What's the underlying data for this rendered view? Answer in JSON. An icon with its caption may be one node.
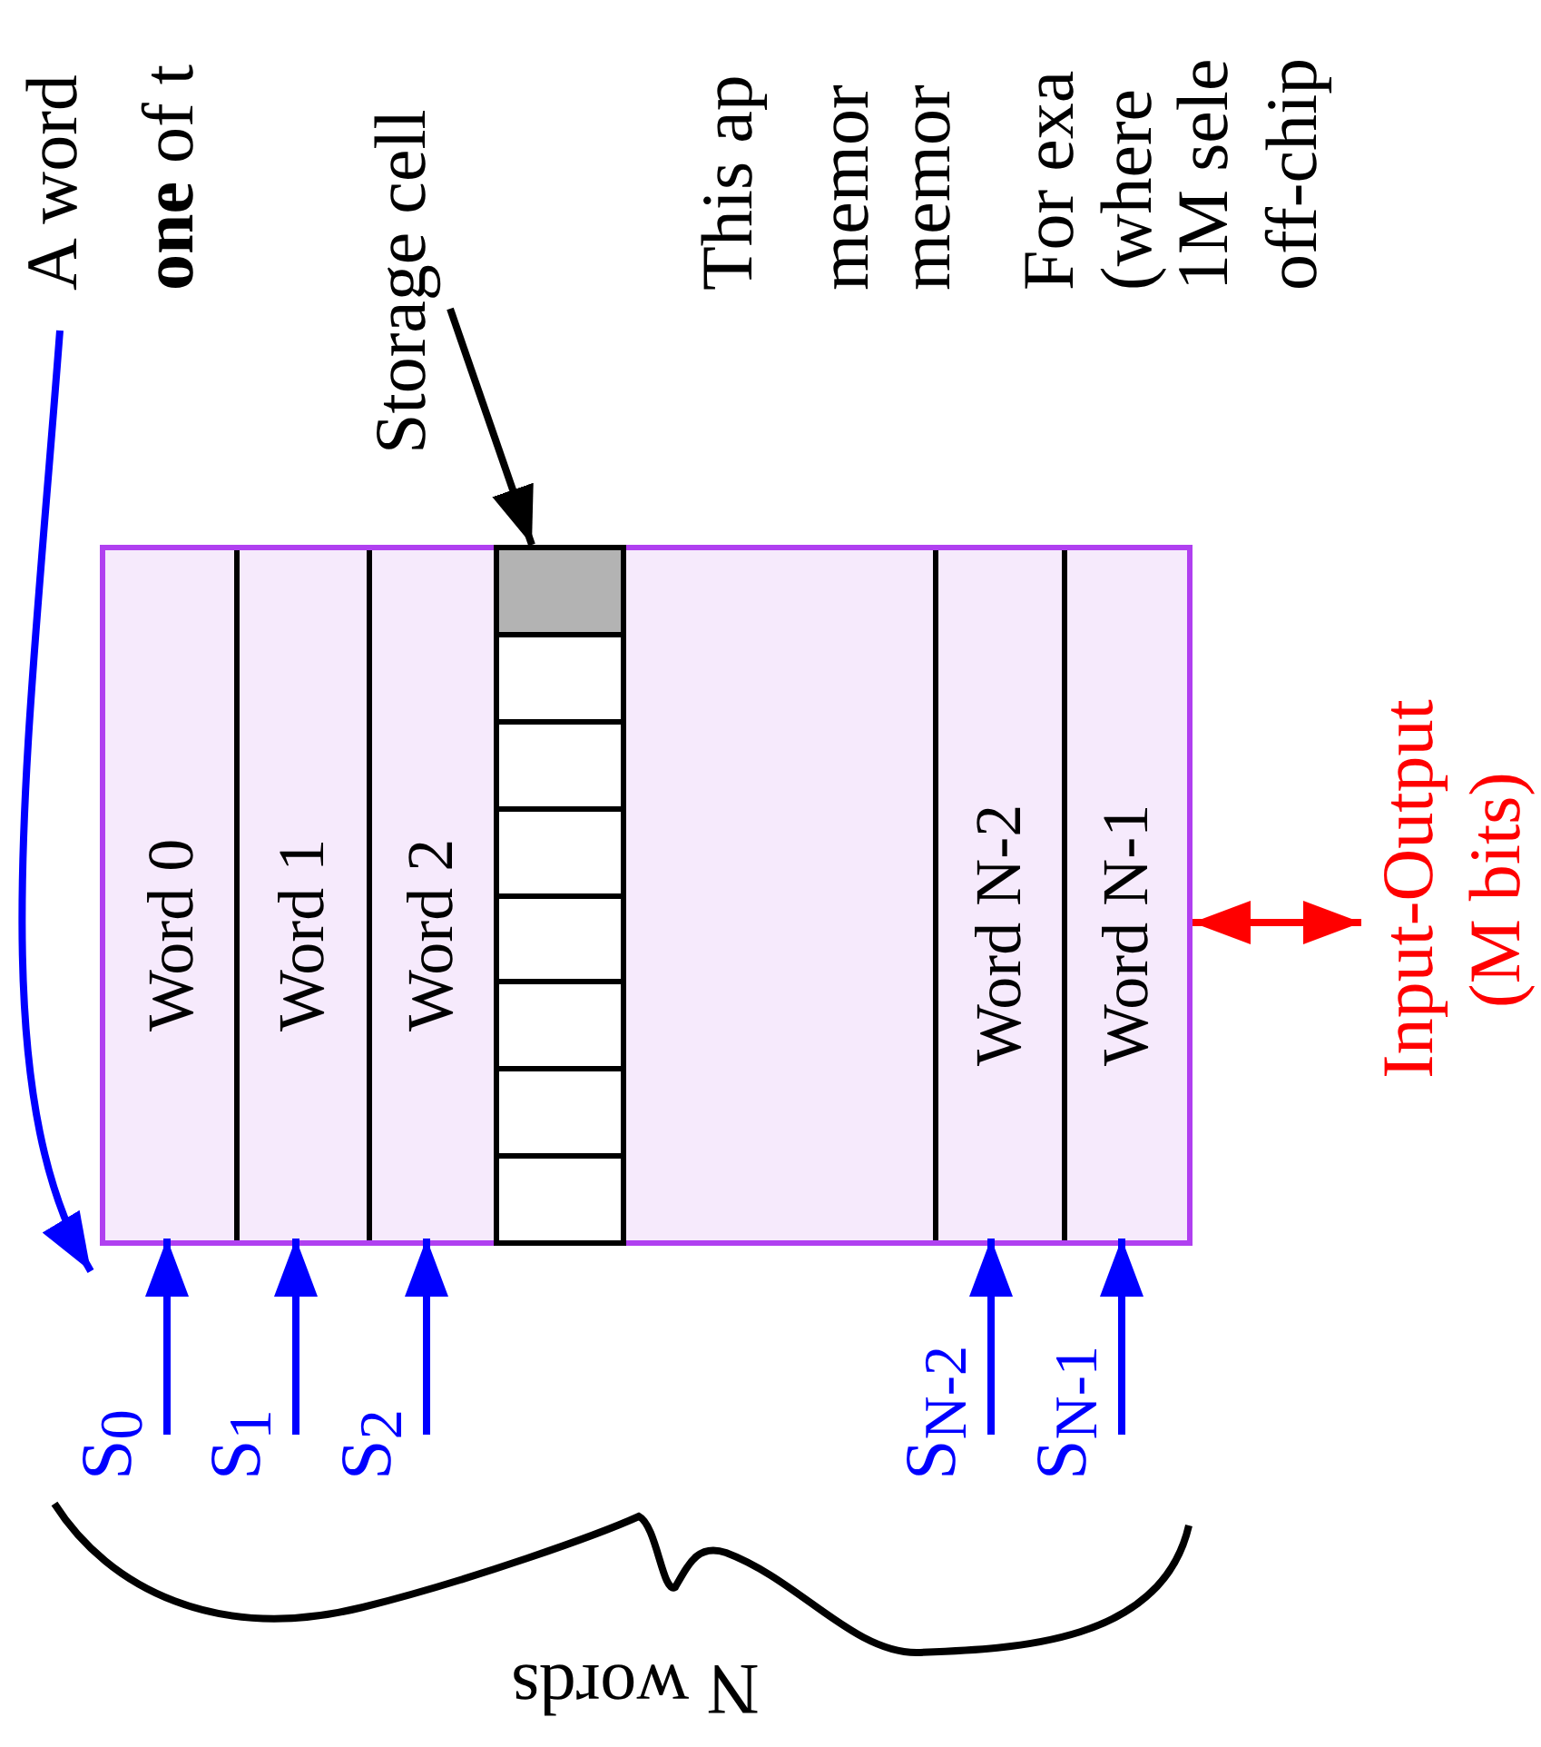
{
  "diagram": {
    "nodes": [
      {
        "text": [],
        "shape": "box"
      },
      {
        "text": [
          "Word 0"
        ],
        "in": 0
      },
      {
        "text": [
          "Word 1"
        ],
        "in": 0
      },
      {
        "text": [
          "Word 2"
        ],
        "in": 0
      },
      {
        "text": [],
        "shape": "box",
        "in": 0
      },
      {
        "text": [],
        "shape": "box",
        "in": 4
      },
      {
        "text": [],
        "shape": "box",
        "in": 4
      },
      {
        "text": [],
        "shape": "box",
        "in": 4
      },
      {
        "text": [],
        "shape": "box",
        "in": 4
      },
      {
        "text": [],
        "shape": "box",
        "in": 4
      },
      {
        "text": [],
        "shape": "box",
        "in": 4
      },
      {
        "text": [],
        "shape": "box",
        "in": 4
      },
      {
        "text": [],
        "shape": "box",
        "in": 4
      },
      {
        "text": [
          "Word N-2"
        ],
        "in": 0
      },
      {
        "text": [
          "Word N-1"
        ],
        "in": 0
      },
      {
        "text": [
          "Storage cell"
        ]
      },
      {
        "text": [
          "A word",
          "**one** of t"
        ]
      },
      {
        "text": [
          "S$_{0}$"
        ]
      },
      {
        "text": [
          "S$_{1}$"
        ]
      },
      {
        "text": [
          "S$_{2}$"
        ]
      },
      {
        "text": [
          "S$_{N-2}$"
        ]
      },
      {
        "text": [
          "S$_{N-1}$"
        ]
      },
      {
        "text": [
          "Input-Output (M bits)"
        ]
      }
    ],
    "edges": [
      {
        "from": 15,
        "to": 5,
        "arrow": "to",
        "color": "#000000"
      },
      {
        "from": 16,
        "to": 0,
        "arrow": "to"
      },
      {
        "from": 17,
        "to": 1,
        "arrow": "to"
      },
      {
        "from": 18,
        "to": 2,
        "arrow": "to"
      },
      {
        "from": 19,
        "to": 3,
        "arrow": "to"
      },
      {
        "from": 20,
        "to": 13,
        "arrow": "to"
      },
      {
        "from": 21,
        "to": 14,
        "arrow": "to"
      },
      {
        "from": 0,
        "to": 22,
        "arrow": "both",
        "color": "#ff0000"
      }
    ],
    "labels": [
      "This ap",
      "memor",
      "memor",
      "For exa",
      "(where",
      "1M sele",
      "off-chip",
      "N words"
    ]
  }
}
